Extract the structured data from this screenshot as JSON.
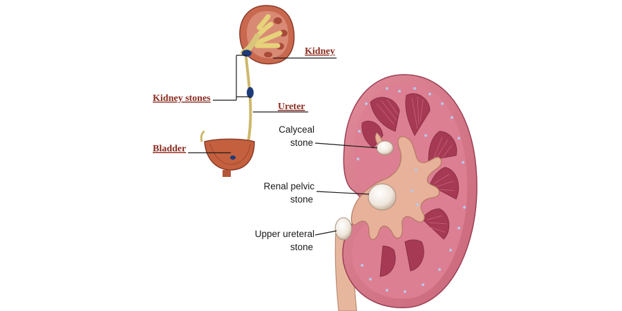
{
  "labels": {
    "kidney": "Kidney",
    "kidney_stones": "Kidney stones",
    "ureter": "Ureter",
    "bladder": "Bladder",
    "calyceal_1": "Calyceal",
    "calyceal_2": "stone",
    "renal_pelvic_1": "Renal pelvic",
    "renal_pelvic_2": "stone",
    "upper_ureteral_1": "Upper ureteral",
    "upper_ureteral_2": "stone"
  },
  "colors": {
    "label_red": "#8b2a1e",
    "kidney_outer": "#c96a5a",
    "cortex": "#d9818f",
    "pyramid": "#a63a55",
    "pelvis": "#e8b19a",
    "stone": "#f2ece6",
    "ureter_small": "#d8c57a",
    "stone_small": "#1e3a78"
  },
  "icons": [
    "kidney-illustration",
    "bladder-illustration",
    "kidney-cross-section"
  ]
}
